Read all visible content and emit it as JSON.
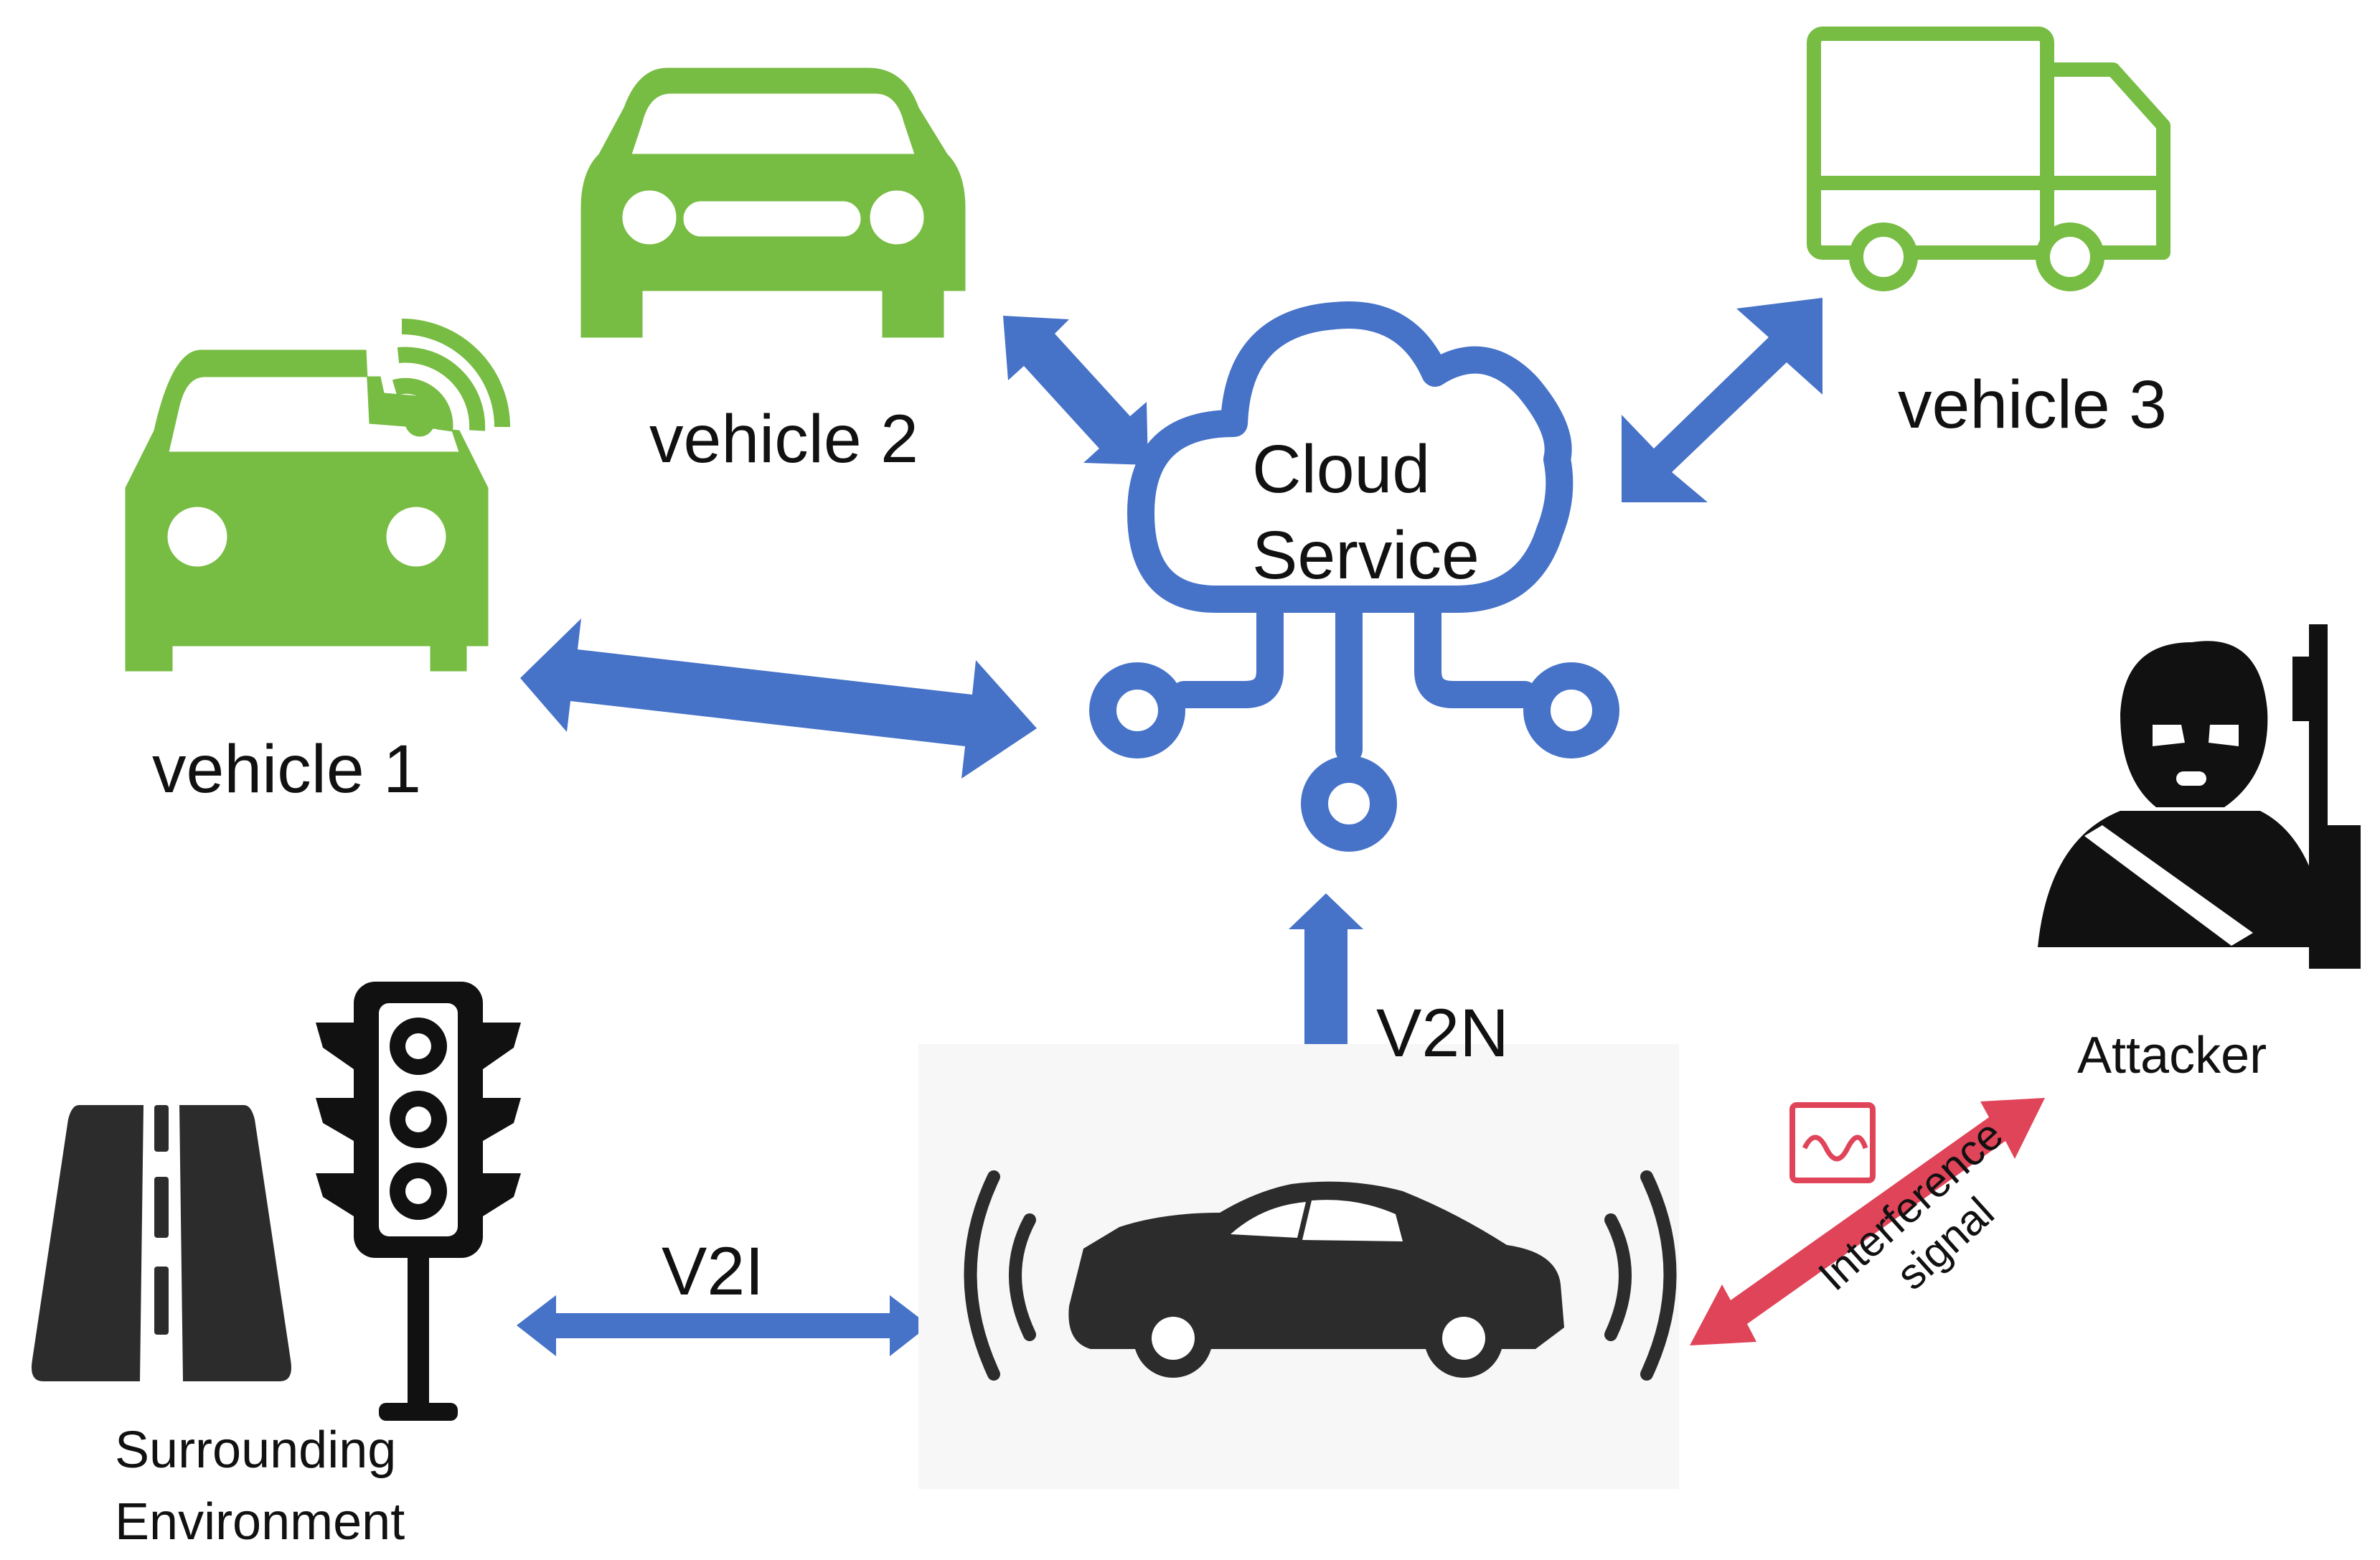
{
  "colors": {
    "vehicle_green": "#77bc43",
    "link_blue": "#4672c8",
    "attack_red": "#e04459",
    "dark": "#2c2c2c",
    "black": "#111111",
    "center_bg": "#f7f7f7"
  },
  "labels": {
    "vehicle1": "vehicle 1",
    "vehicle2": "vehicle 2",
    "vehicle3": "vehicle 3",
    "cloud_line1": "Cloud",
    "cloud_line2": "Service",
    "v2n": "V2N",
    "v2i": "V2I",
    "attacker": "Attacker",
    "interference_line1": "Interference",
    "interference_line2": "signal",
    "env_line1": "Surrounding",
    "env_line2": "Environment"
  },
  "icons": {
    "vehicle1": "connected-car-icon",
    "vehicle2": "car-icon",
    "vehicle3": "truck-icon",
    "cloud": "cloud-network-icon",
    "ego": "sedan-icon",
    "attacker": "masked-attacker-icon",
    "traffic_light": "traffic-light-icon",
    "road": "road-icon",
    "signal": "signal-waveform-icon"
  }
}
